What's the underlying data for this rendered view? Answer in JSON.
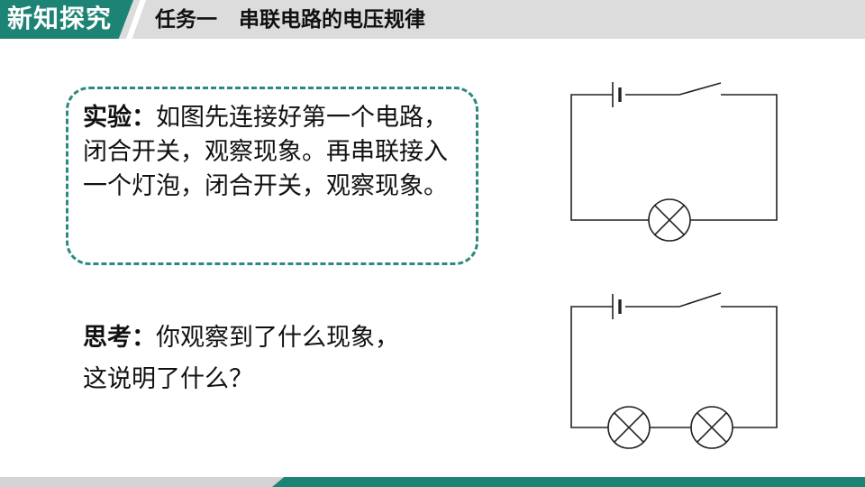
{
  "header": {
    "badge": "新知探究",
    "title": "任务一   串联电路的电压规律"
  },
  "experiment": {
    "label": "实验：",
    "body": "如图先连接好第一个电路，闭合开关，观察现象。再串联接入一个灯泡，闭合开关，观察现象。"
  },
  "thinking": {
    "label": "思考：",
    "line1": "你观察到了什么现象，",
    "line2": "这说明了什么？"
  },
  "circuits": {
    "first": {
      "components": [
        "battery",
        "switch",
        "lamp"
      ],
      "lamp_count": 1
    },
    "second": {
      "components": [
        "battery",
        "switch",
        "lamp",
        "lamp"
      ],
      "lamp_count": 2
    }
  },
  "colors": {
    "accent": "#1d8374",
    "header_bg": "#dcdcdc",
    "box_border": "#2a8a7c",
    "text": "#111111"
  }
}
